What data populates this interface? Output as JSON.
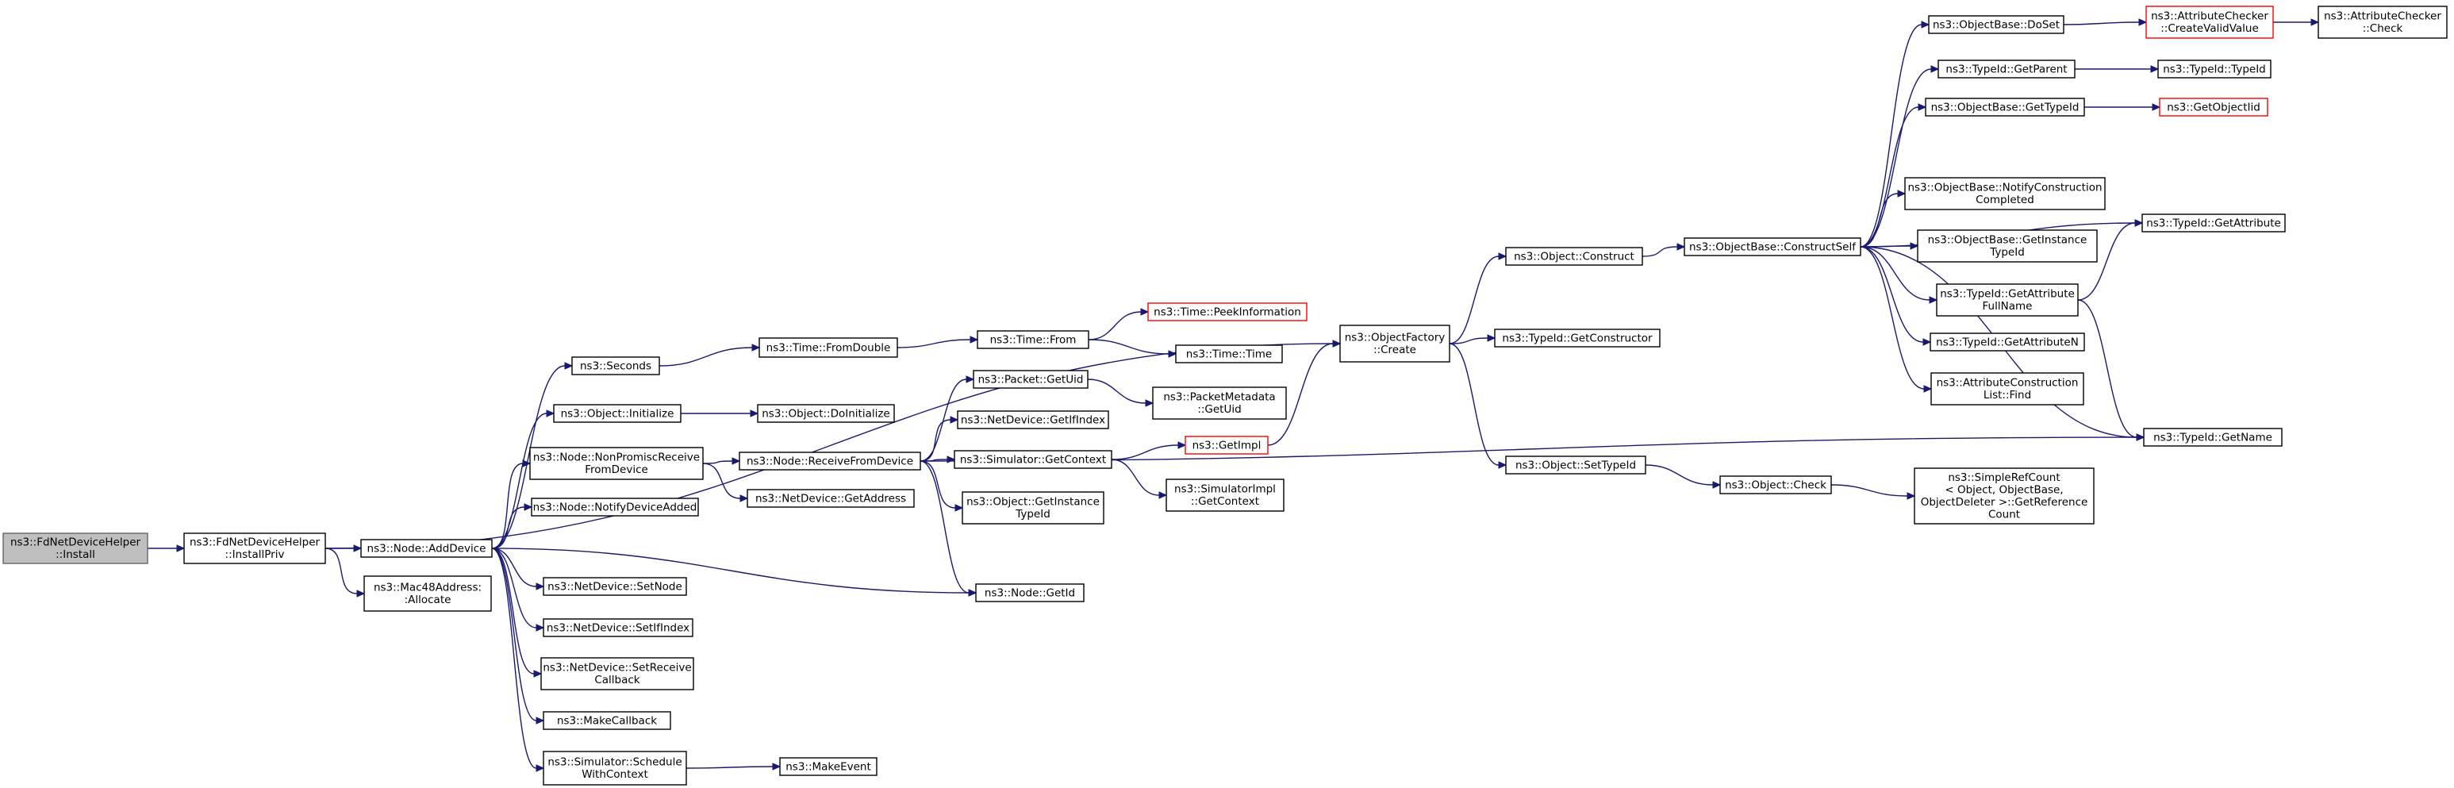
{
  "colors": {
    "edge": "#191970",
    "root_fill": "#bfbfbf",
    "truncated_border": "#ff0000"
  },
  "nodes": [
    {
      "id": "install",
      "lines": [
        "ns3::FdNetDeviceHelper",
        "::Install"
      ],
      "root": true
    },
    {
      "id": "installpriv",
      "lines": [
        "ns3::FdNetDeviceHelper",
        "::InstallPriv"
      ]
    },
    {
      "id": "adddevice",
      "lines": [
        "ns3::Node::AddDevice"
      ]
    },
    {
      "id": "mac48",
      "lines": [
        "ns3::Mac48Address:",
        ":Allocate"
      ]
    },
    {
      "id": "seconds",
      "lines": [
        "ns3::Seconds"
      ]
    },
    {
      "id": "objinit",
      "lines": [
        "ns3::Object::Initialize"
      ]
    },
    {
      "id": "nonpromisc",
      "lines": [
        "ns3::Node::NonPromiscReceive",
        "FromDevice"
      ]
    },
    {
      "id": "notifydev",
      "lines": [
        "ns3::Node::NotifyDeviceAdded"
      ]
    },
    {
      "id": "setnode",
      "lines": [
        "ns3::NetDevice::SetNode"
      ]
    },
    {
      "id": "setifindex",
      "lines": [
        "ns3::NetDevice::SetIfIndex"
      ]
    },
    {
      "id": "setreceive",
      "lines": [
        "ns3::NetDevice::SetReceive",
        "Callback"
      ]
    },
    {
      "id": "makecallback",
      "lines": [
        "ns3::MakeCallback"
      ]
    },
    {
      "id": "schedulectx",
      "lines": [
        "ns3::Simulator::Schedule",
        "WithContext"
      ]
    },
    {
      "id": "fromdouble",
      "lines": [
        "ns3::Time::FromDouble"
      ]
    },
    {
      "id": "doinit",
      "lines": [
        "ns3::Object::DoInitialize"
      ]
    },
    {
      "id": "receivefrom",
      "lines": [
        "ns3::Node::ReceiveFromDevice"
      ]
    },
    {
      "id": "getaddress",
      "lines": [
        "ns3::NetDevice::GetAddress"
      ]
    },
    {
      "id": "makeevent",
      "lines": [
        "ns3::MakeEvent"
      ]
    },
    {
      "id": "timefrom",
      "lines": [
        "ns3::Time::From"
      ]
    },
    {
      "id": "packetuid",
      "lines": [
        "ns3::Packet::GetUid"
      ]
    },
    {
      "id": "getifindex",
      "lines": [
        "ns3::NetDevice::GetIfIndex"
      ]
    },
    {
      "id": "getcontext",
      "lines": [
        "ns3::Simulator::GetContext"
      ]
    },
    {
      "id": "getinsttypeid",
      "lines": [
        "ns3::Object::GetInstance",
        "TypeId"
      ]
    },
    {
      "id": "nodegetid",
      "lines": [
        "ns3::Node::GetId"
      ]
    },
    {
      "id": "peekinfo",
      "lines": [
        "ns3::Time::PeekInformation"
      ],
      "truncated": true
    },
    {
      "id": "timetime",
      "lines": [
        "ns3::Time::Time"
      ]
    },
    {
      "id": "pmuid",
      "lines": [
        "ns3::PacketMetadata",
        "::GetUid"
      ]
    },
    {
      "id": "getimpl",
      "lines": [
        "ns3::GetImpl"
      ],
      "truncated": true
    },
    {
      "id": "simimplctx",
      "lines": [
        "ns3::SimulatorImpl",
        "::GetContext"
      ]
    },
    {
      "id": "objfactory",
      "lines": [
        "ns3::ObjectFactory",
        "::Create"
      ]
    },
    {
      "id": "construct",
      "lines": [
        "ns3::Object::Construct"
      ]
    },
    {
      "id": "getconstructor",
      "lines": [
        "ns3::TypeId::GetConstructor"
      ]
    },
    {
      "id": "settypeid",
      "lines": [
        "ns3::Object::SetTypeId"
      ]
    },
    {
      "id": "constructself",
      "lines": [
        "ns3::ObjectBase::ConstructSelf"
      ]
    },
    {
      "id": "objcheck",
      "lines": [
        "ns3::Object::Check"
      ]
    },
    {
      "id": "simplerefcount",
      "lines": [
        "ns3::SimpleRefCount",
        "< Object, ObjectBase,",
        "ObjectDeleter >::GetReference",
        "Count"
      ]
    },
    {
      "id": "doset",
      "lines": [
        "ns3::ObjectBase::DoSet"
      ]
    },
    {
      "id": "getparent",
      "lines": [
        "ns3::TypeId::GetParent"
      ]
    },
    {
      "id": "obgettypeid",
      "lines": [
        "ns3::ObjectBase::GetTypeId"
      ]
    },
    {
      "id": "notifyconstruction",
      "lines": [
        "ns3::ObjectBase::NotifyConstruction",
        "Completed"
      ]
    },
    {
      "id": "obgetinsttypeid",
      "lines": [
        "ns3::ObjectBase::GetInstance",
        "TypeId"
      ]
    },
    {
      "id": "getattrfullname",
      "lines": [
        "ns3::TypeId::GetAttribute",
        "FullName"
      ]
    },
    {
      "id": "getattrn",
      "lines": [
        "ns3::TypeId::GetAttributeN"
      ]
    },
    {
      "id": "attrconstructionfind",
      "lines": [
        "ns3::AttributeConstruction",
        "List::Find"
      ]
    },
    {
      "id": "createvalidvalue",
      "lines": [
        "ns3::AttributeChecker",
        "::CreateValidValue"
      ],
      "truncated": true
    },
    {
      "id": "typeidtypeid",
      "lines": [
        "ns3::TypeId::TypeId"
      ]
    },
    {
      "id": "getobjectiid",
      "lines": [
        "ns3::GetObjectIid"
      ],
      "truncated": true
    },
    {
      "id": "getattribute",
      "lines": [
        "ns3::TypeId::GetAttribute"
      ]
    },
    {
      "id": "getname",
      "lines": [
        "ns3::TypeId::GetName"
      ]
    },
    {
      "id": "checkercheck",
      "lines": [
        "ns3::AttributeChecker",
        "::Check"
      ]
    }
  ]
}
